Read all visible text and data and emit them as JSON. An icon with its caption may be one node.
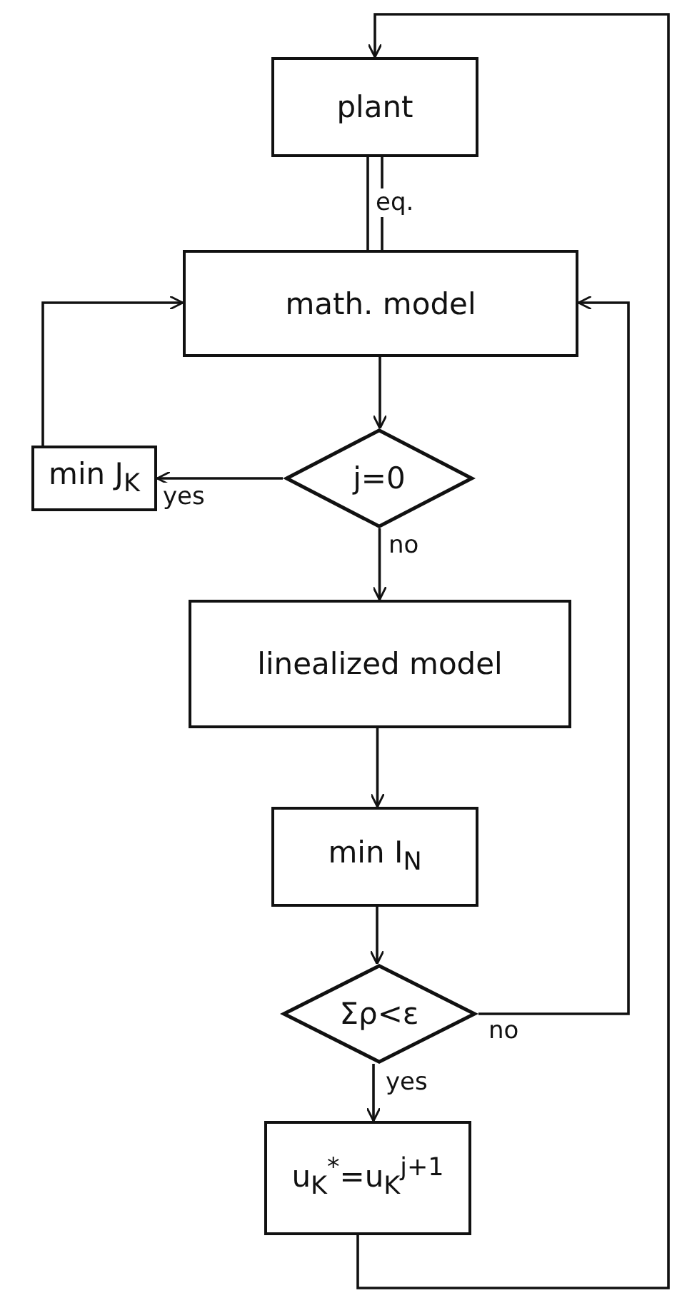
{
  "diagram": {
    "nodes": [
      {
        "text": [
          "plant"
        ]
      },
      {
        "text": [
          "math. model"
        ]
      },
      {
        "text": [
          "j=0"
        ]
      },
      {
        "text": [
          "min J$_{K}$"
        ]
      },
      {
        "text": [
          "linealized model"
        ]
      },
      {
        "text": [
          "min I$_{N}$"
        ]
      },
      {
        "text": [
          "Σρ<ε"
        ]
      },
      {
        "text": [
          "u$_{K}$$^{*}$=u$_{K}$$^{j+1}$"
        ]
      }
    ],
    "edges": [
      {
        "from": 0,
        "to": 1,
        "arrow": "none",
        "label": "eq."
      },
      {
        "from": 1,
        "to": 2,
        "arrow": "to"
      },
      {
        "from": 2,
        "to": 3,
        "arrow": "to",
        "label": "yes"
      },
      {
        "from": 3,
        "to": 1,
        "arrow": "to"
      },
      {
        "from": 2,
        "to": 4,
        "arrow": "to",
        "label": "no"
      },
      {
        "from": 4,
        "to": 5,
        "arrow": "to"
      },
      {
        "from": 5,
        "to": 6,
        "arrow": "to"
      },
      {
        "from": 6,
        "to": 1,
        "arrow": "to",
        "label": "no"
      },
      {
        "from": 6,
        "to": 7,
        "arrow": "to",
        "label": "yes"
      },
      {
        "from": 7,
        "to": 0,
        "arrow": "to"
      }
    ]
  }
}
